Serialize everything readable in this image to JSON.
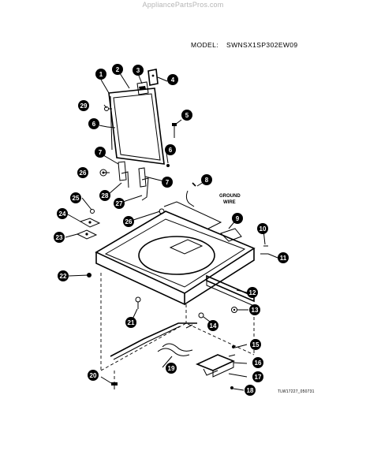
{
  "watermark": "AppliancePartsPros.com",
  "model": {
    "label": "MODEL:",
    "value": "SWNSX1SP302EW09"
  },
  "callouts": [
    {
      "id": "1",
      "label": "1"
    },
    {
      "id": "2",
      "label": "2"
    },
    {
      "id": "3",
      "label": "3"
    },
    {
      "id": "4",
      "label": "4"
    },
    {
      "id": "5",
      "label": "5"
    },
    {
      "id": "6a",
      "label": "6"
    },
    {
      "id": "6b",
      "label": "6"
    },
    {
      "id": "7a",
      "label": "7"
    },
    {
      "id": "7b",
      "label": "7"
    },
    {
      "id": "8",
      "label": "8"
    },
    {
      "id": "9",
      "label": "9"
    },
    {
      "id": "10",
      "label": "10"
    },
    {
      "id": "11",
      "label": "11"
    },
    {
      "id": "12",
      "label": "12"
    },
    {
      "id": "13",
      "label": "13"
    },
    {
      "id": "14",
      "label": "14"
    },
    {
      "id": "15",
      "label": "15"
    },
    {
      "id": "16",
      "label": "16"
    },
    {
      "id": "17",
      "label": "17"
    },
    {
      "id": "18",
      "label": "18"
    },
    {
      "id": "19",
      "label": "19"
    },
    {
      "id": "20",
      "label": "20"
    },
    {
      "id": "21",
      "label": "21"
    },
    {
      "id": "22",
      "label": "22"
    },
    {
      "id": "23",
      "label": "23"
    },
    {
      "id": "24",
      "label": "24"
    },
    {
      "id": "25",
      "label": "25"
    },
    {
      "id": "26a",
      "label": "26"
    },
    {
      "id": "26b",
      "label": "26"
    },
    {
      "id": "27",
      "label": "27"
    },
    {
      "id": "28",
      "label": "28"
    },
    {
      "id": "29",
      "label": "29"
    }
  ],
  "ground_wire": {
    "line1": "GROUND",
    "line2": "WIRE"
  },
  "reference": "TLW17227_050731"
}
